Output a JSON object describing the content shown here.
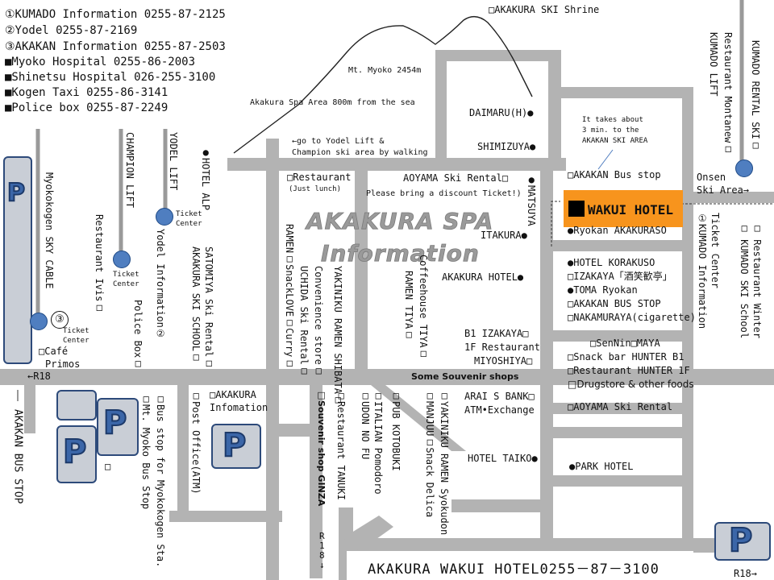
{
  "contacts": [
    "①KUMADO Information 0255-87-2125",
    "②Yodel 0255-87-2169",
    "③AKAKAN Information 0255-87-2503",
    "■Myoko Hospital 0255-86-2003",
    "■Shinetsu Hospital 026-255-3100",
    "■Kogen Taxi 0255-86-3141",
    "■Police box 0255-87-2249"
  ],
  "title": {
    "line1": "AKAKURA SPA",
    "line2": "Information"
  },
  "mountain": {
    "name": "Mt. Myoko 2454m",
    "area": "Akakura Spa Area 800m from the sea"
  },
  "shrine": "□AKAKURA SKI Shrine",
  "hotel": {
    "name": "WAKUI HOTEL",
    "ryokan": "●Ryokan AKAKURASO",
    "footer": "AKAKURA WAKUI HOTEL0255－87－3100"
  },
  "notes": {
    "yodel_walk": [
      "←go to Yodel Lift &",
      "Champion ski area by walking"
    ],
    "akakan_time": [
      "It takes about",
      "3 min. to the",
      "AKAKAN SKI AREA"
    ],
    "aoyama_rental": "AOYAMA Ski Rental□",
    "discount": "Please bring a discount Ticket!)",
    "onsen": [
      "Onsen",
      "Ski Area→"
    ],
    "souvenir": "Some Souvenir shops",
    "just_lunch": "(Just lunch)"
  },
  "roads": {
    "r18_left": "←R18",
    "r18_right": "R18→",
    "r18_down": "R\n1\n8\n↓"
  },
  "ticket_center": [
    "Ticket",
    "Center"
  ],
  "parking_letter": "P",
  "places_h": {
    "daimaru": "DAIMARU(H)●",
    "shimizuya": "SHIMIZUYA●",
    "itakura": "ITAKURA●",
    "akakura_hotel": "AKAKURA HOTEL●",
    "b1_izakaya": "B1 IZAKAYA□",
    "f1_restaurant": "1F Restaurant",
    "miyoshiya": "MIYOSHIYA□",
    "akakan_bus": "□AKAKAN Bus stop",
    "restaurant": "□Restaurant",
    "korakuso": "●HOTEL KORAKUSO",
    "izakaya": "□IZAKAYA「酒笑歓亭」",
    "toma": "●TOMA Ryokan",
    "akakan_bus2": "□AKAKAN BUS STOP",
    "nakamuraya": "□NAKAMURAYA(cigarette)",
    "sennin": "□SenNin□MAYA",
    "hunter_b1": "□Snack bar HUNTER B1",
    "hunter_1f": "□Restaurant HUNTER 1F",
    "drugstore": "□Drugstore & other foods",
    "aoyama2": "□AOYAMA Ski Rental",
    "arais_bank": "ARAI S BANK□",
    "atm": "ATM•Exchange",
    "hotel_taiko": "HOTEL TAIKO●",
    "park_hotel": "●PARK HOTEL",
    "akakura_info": [
      "□AKAKURA",
      "Infomation"
    ],
    "cafe": [
      "□Café",
      "Primos"
    ],
    "bottom_box": "□"
  },
  "places_v": {
    "akakan_bus_stop": "AKAKAN BUS STOP",
    "sky_cable": "Myokokogen SKY CABLE",
    "champion_lift": "CHAMPION LIFT",
    "yodel_lift": "YODEL LIFT",
    "hotel_alp": "●HOTEL ALP",
    "restaurant_ivis": "Restaurant Ivis□",
    "yodel_info": "Yodel Information②",
    "police_box": "Police Box□",
    "satomiya": "SATOMIYA Ski Rental□",
    "akakura_school": "AKAKURA SKI SCHOOL□",
    "ramen": "RAMEN□SnackLOVE□Curry□",
    "uchida": "UCHIDA Ski Rental□",
    "convenience": "Convenience store□",
    "yakiniku_shibata": "YAKINIKU RAMEN SHIBATA□",
    "coffeehouse": "Coffeehouse TIYA□",
    "ramen_tiya": "RAMEN TIYA□",
    "matsuya": "●MATSUYA",
    "kumado_rental": "KUMADO RENTAL SKI□",
    "montanew": "Restaurant Montanew□",
    "kumado_lift": "KUMADO LIFT",
    "ticket_kumado": [
      "Ticket Center",
      "①KUMADO Information"
    ],
    "winter_school": [
      "□ Restaurant Winter",
      "□ KUMADO SKI School"
    ],
    "bus_myoko": [
      "□Bus stop for Myokokogen Sta.",
      "□Mt. Myoko Bus Stop"
    ],
    "post_office": "□Post Office(ATM)",
    "tanuki": "□Restaurant TANUKI",
    "ginza": "□Souvenir shop GINZA",
    "italian": [
      "□ITALIAN Pomodoro",
      "□UDON NO FU"
    ],
    "kotobuki": "□PUB KOTOBUKI",
    "manjuu": "□MANJUU□Snack Delica",
    "yakiniku_syokudon": "□YAKINIKU RAMEN Syokudon"
  },
  "colors": {
    "road": "#b3b3b3",
    "hotel": "#f7941d",
    "parking_fill": "#c9ced6",
    "parking_border": "#2d4a7a",
    "ticket_dot": "#4f7ec0"
  }
}
